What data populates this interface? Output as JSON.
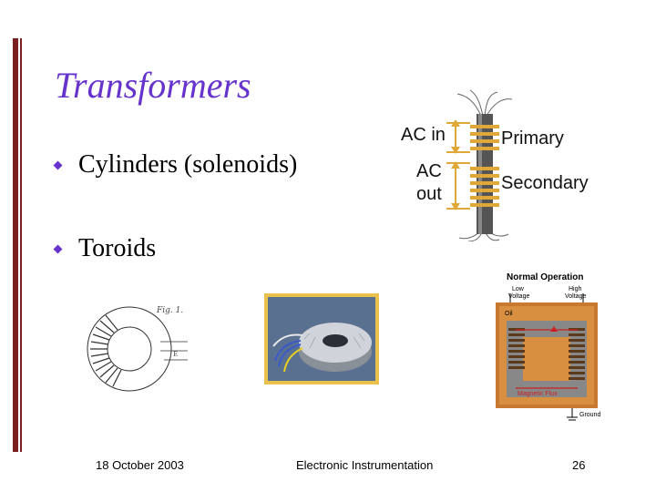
{
  "slide": {
    "title": "Transformers",
    "bullets": [
      "Cylinders (solenoids)",
      "Toroids"
    ]
  },
  "solenoid_figure": {
    "ac_in": "AC in",
    "ac_out_line1": "AC",
    "ac_out_line2": "out",
    "primary": "Primary",
    "secondary": "Secondary"
  },
  "normal_operation_figure": {
    "title": "Normal Operation",
    "low_voltage_1": "Low",
    "low_voltage_2": "Voltage",
    "high_voltage_1": "High",
    "high_voltage_2": "Voltage",
    "oil": "Oil",
    "magnetic_flux": "Magnetic Flux",
    "ground": "Ground"
  },
  "footer": {
    "date": "18 October 2003",
    "course": "Electronic Instrumentation",
    "page": "26"
  },
  "colors": {
    "title": "#6633cc",
    "bullet": "#6633cc",
    "left_bar": "#7a2020",
    "coil_band": "#e8b040",
    "core_orange": "#c87830"
  }
}
